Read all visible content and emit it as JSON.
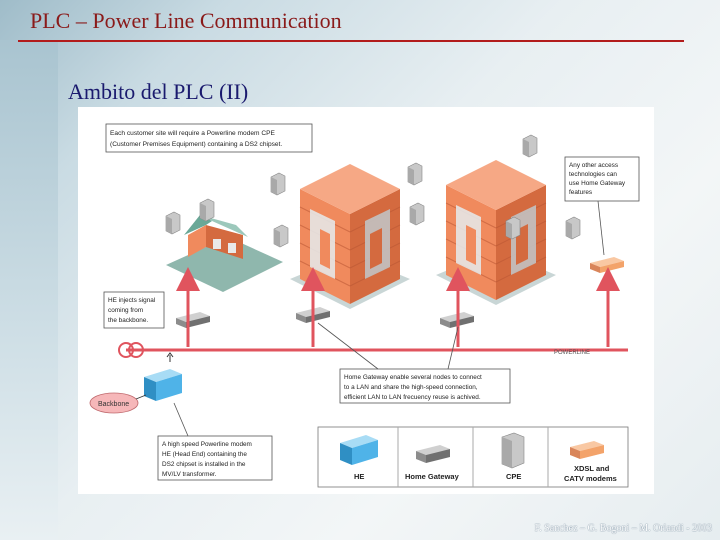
{
  "slide": {
    "title": "PLC – Power Line Communication",
    "subtitle": "Ambito del PLC (II)",
    "footer": "F. Sanchez – G. Bogoni – M. Orlandi - 2003"
  },
  "diagram": {
    "callout_cpe_line1": "Each customer site will require a Powerline modem CPE",
    "callout_cpe_line2": "(Customer Premises Equipment) containing a DS2 chipset.",
    "callout_access_lines": [
      "Any other access",
      "technologies can",
      "use Home Gateway",
      "features"
    ],
    "callout_he_lines": [
      "HE injects signal",
      "coming from",
      "the backbone."
    ],
    "powerline_label": "POWERLINE",
    "backbone_label": "Backbone",
    "callout_gateway_lines": [
      "Home Gateway enable several nodes to connect",
      "to a LAN and share the high-speed connection,",
      "efficient LAN to LAN frecuency reuse is achived."
    ],
    "callout_headend_lines": [
      "A high speed Powerline modem",
      "HE (Head End) containing the",
      "DS2 chipset is installed in the",
      "MV/LV transformer."
    ],
    "legend": {
      "he": "HE",
      "home_gateway": "Home Gateway",
      "cpe": "CPE",
      "xdsl_line1": "XDSL and",
      "xdsl_line2": "CATV modems"
    },
    "colors": {
      "building": "#f08a5d",
      "building_dark": "#d46a3f",
      "ground": "#8fb7ad",
      "arrow": "#e0545e",
      "device_blue": "#4fb3e8",
      "device_grey": "#8c8c8c",
      "device_orange": "#f3a36a"
    }
  }
}
